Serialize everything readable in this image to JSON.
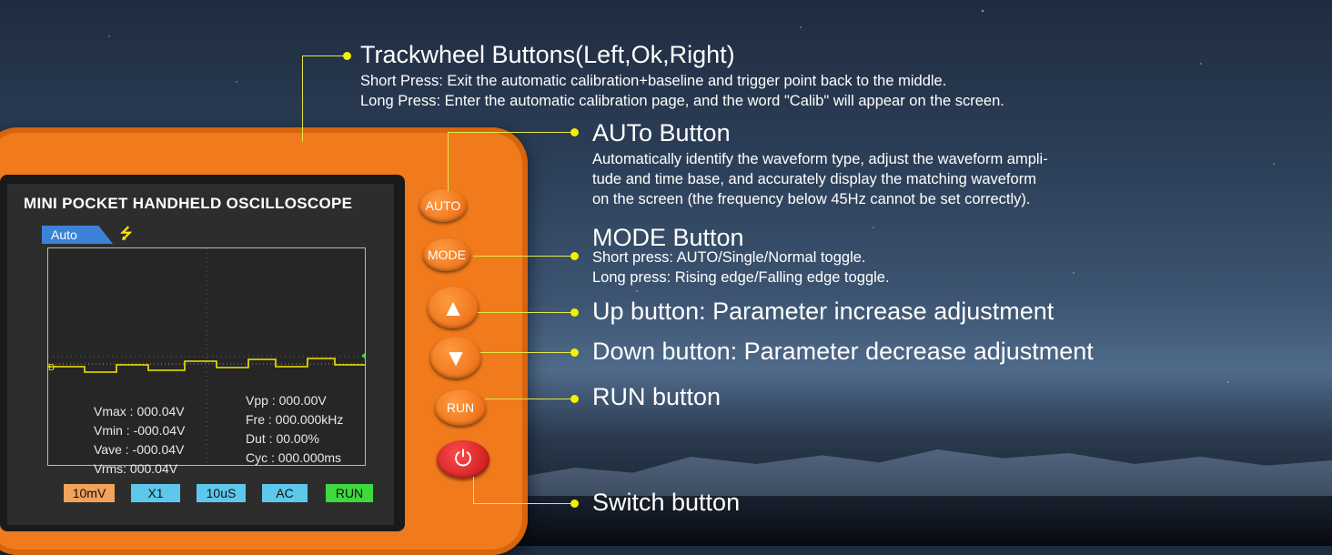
{
  "device": {
    "screen_title": "MINI POCKET HANDHELD OSCILLOSCOPE",
    "mode_tab": "Auto",
    "readouts_left": [
      "Vmax : 000.04V",
      "Vmin : -000.04V",
      "Vave : -000.04V",
      "Vrms: 000.04V"
    ],
    "readouts_right": [
      "Vpp : 000.00V",
      "Fre : 000.000kHz",
      "Dut : 00.00%",
      "Cyc : 000.000ms"
    ],
    "footer": [
      {
        "label": "10mV",
        "color": "#f2a25a"
      },
      {
        "label": "X1",
        "color": "#5ec8ec"
      },
      {
        "label": "10uS",
        "color": "#5ec8ec"
      },
      {
        "label": "AC",
        "color": "#5ec8ec"
      },
      {
        "label": "RUN",
        "color": "#3fd83f"
      }
    ],
    "buttons": {
      "auto": "AUTO",
      "mode": "MODE",
      "up": "▲",
      "down": "▼",
      "run": "RUN",
      "power": "⏻"
    },
    "trace_color": "#f2e600"
  },
  "callouts": {
    "trackwheel": {
      "title": "Trackwheel Buttons(Left,Ok,Right)",
      "lines": [
        "Short Press: Exit the automatic calibration+baseline and trigger point back to the middle.",
        "Long Press: Enter the automatic calibration page, and the word \"Calib\" will appear on the screen."
      ]
    },
    "auto": {
      "title": "AUTo Button",
      "lines": [
        "Automatically identify the waveform type, adjust the waveform ampli-",
        "tude and time base, and accurately display the matching waveform",
        "on the screen (the frequency below 45Hz cannot be set correctly)."
      ]
    },
    "mode": {
      "title": "MODE Button",
      "lines": [
        "Short press: AUTO/Single/Normal toggle.",
        "Long press: Rising edge/Falling edge toggle."
      ]
    },
    "up": {
      "title": "Up button: Parameter increase adjustment"
    },
    "down": {
      "title": "Down button: Parameter decrease adjustment"
    },
    "run": {
      "title": "RUN button"
    },
    "power": {
      "title": "Switch button"
    }
  },
  "accent_color": "#f1f200",
  "device_color": "#f07a1c"
}
